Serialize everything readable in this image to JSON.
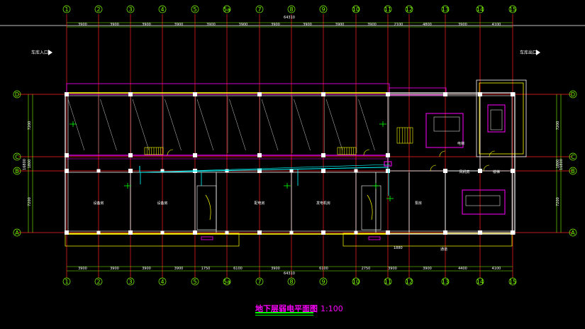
{
  "drawing": {
    "title": "地下层弱电平面图",
    "scale": "1:100",
    "overall_dimension_top": "64310",
    "overall_dimension_bottom": "64310",
    "left_total_dimension": "16800",
    "right_total_dimension": "16800",
    "entrance_left": "车库入口",
    "entrance_right": "车库出口",
    "note_bottom_mid": "1880",
    "note_bottom_right": "通道"
  },
  "col_axes": [
    "1",
    "2",
    "3",
    "4",
    "5",
    "5a",
    "7",
    "8",
    "9",
    "10",
    "11",
    "12",
    "13",
    "14",
    "15"
  ],
  "row_axes": [
    "D",
    "C",
    "B",
    "A"
  ],
  "dims_top": [
    "3900",
    "3900",
    "3900",
    "3900",
    "3900",
    "3900",
    "3900",
    "3900",
    "3900",
    "3900",
    "2100",
    "4800",
    "3900",
    "4100"
  ],
  "dims_bottom": [
    "3900",
    "3900",
    "3900",
    "3900",
    "1750",
    "6100",
    "3900",
    "6100",
    "2750",
    "3900",
    "3900",
    "4400",
    "4100"
  ],
  "dims_left": [
    "7200",
    "1800",
    "7200"
  ],
  "dims_right": [
    "7200",
    "1800",
    "7200"
  ],
  "rooms": [
    "设备房",
    "设备房",
    "配电房",
    "发电机房",
    "泵房",
    "风机房",
    "楼梯",
    "电梯"
  ]
}
